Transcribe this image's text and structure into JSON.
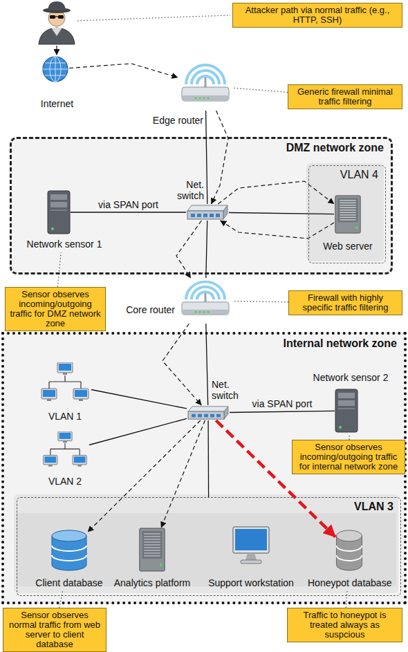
{
  "diagram": {
    "nodes": [
      {
        "text": [
          "Attacker path via normal traffic (e.g., HTTP, SSH)"
        ]
      },
      {
        "text": [
          "Internet"
        ]
      },
      {
        "text": [
          "Edge router"
        ]
      },
      {
        "text": [
          "Generic firewall minimal traffic filtering"
        ]
      },
      {
        "text": [
          "DMZ network zone"
        ]
      },
      {
        "text": [
          "Net. switch"
        ],
        "in": 4
      },
      {
        "text": [
          "Network sensor 1"
        ],
        "in": 4
      },
      {
        "text": [
          "VLAN 4"
        ],
        "in": 4
      },
      {
        "text": [
          "Web server"
        ],
        "in": 7
      },
      {
        "text": [
          "Sensor observes incoming/outgoing traffic for DMZ network zone"
        ]
      },
      {
        "text": [
          "Core router"
        ]
      },
      {
        "text": [
          "Firewall with highly specific traffic filtering"
        ]
      },
      {
        "text": [
          "Internal network zone"
        ]
      },
      {
        "text": [
          "VLAN 1"
        ],
        "in": 12
      },
      {
        "text": [
          "VLAN 2"
        ],
        "in": 12
      },
      {
        "text": [
          "Net. switch"
        ],
        "in": 12
      },
      {
        "text": [
          "Network sensor 2"
        ],
        "in": 12
      },
      {
        "text": [
          "Sensor observes incoming/outgoing traffic for internal network zone"
        ],
        "in": 12
      },
      {
        "text": [
          "VLAN 3"
        ],
        "in": 12
      },
      {
        "text": [
          "Client database"
        ],
        "in": 18
      },
      {
        "text": [
          "Analytics platform"
        ],
        "in": 18
      },
      {
        "text": [
          "Support workstation"
        ],
        "in": 18
      },
      {
        "text": [
          "Honeypot database"
        ],
        "in": 18
      },
      {
        "text": [
          "Sensor observes normal traffic from web server to client database"
        ]
      },
      {
        "text": [
          "Traffic to honeypot is treated always as suspcious"
        ]
      }
    ],
    "edges": [
      {
        "from": 2,
        "to": 5,
        "arrow": "none"
      },
      {
        "from": 5,
        "to": 6,
        "arrow": "none",
        "label": "via SPAN port"
      },
      {
        "from": 5,
        "to": 8,
        "arrow": "none"
      },
      {
        "from": 5,
        "to": 10,
        "arrow": "none"
      },
      {
        "from": 10,
        "to": 15,
        "arrow": "none"
      },
      {
        "from": 15,
        "to": 13,
        "arrow": "none"
      },
      {
        "from": 15,
        "to": 14,
        "arrow": "none"
      },
      {
        "from": 15,
        "to": 16,
        "arrow": "none",
        "label": "via SPAN port"
      },
      {
        "from": 15,
        "to": 18,
        "arrow": "none"
      },
      {
        "from": 1,
        "to": 2,
        "arrow": "to"
      },
      {
        "from": 2,
        "to": 5,
        "arrow": "to"
      },
      {
        "from": 5,
        "to": 8,
        "arrow": "to"
      },
      {
        "from": 8,
        "to": 5,
        "arrow": "to"
      },
      {
        "from": 5,
        "to": 10,
        "arrow": "to"
      },
      {
        "from": 10,
        "to": 15,
        "arrow": "to"
      },
      {
        "from": 15,
        "to": 19,
        "arrow": "to"
      },
      {
        "from": 15,
        "to": 20,
        "arrow": "to"
      },
      {
        "from": 15,
        "to": 22,
        "arrow": "to"
      },
      {
        "from": 3,
        "to": 2,
        "arrow": "none"
      },
      {
        "from": 9,
        "to": 6,
        "arrow": "none"
      },
      {
        "from": 11,
        "to": 10,
        "arrow": "none"
      },
      {
        "from": 17,
        "to": 16,
        "arrow": "none"
      },
      {
        "from": 23,
        "to": 19,
        "arrow": "none"
      },
      {
        "from": 24,
        "to": 22,
        "arrow": "none"
      }
    ]
  }
}
